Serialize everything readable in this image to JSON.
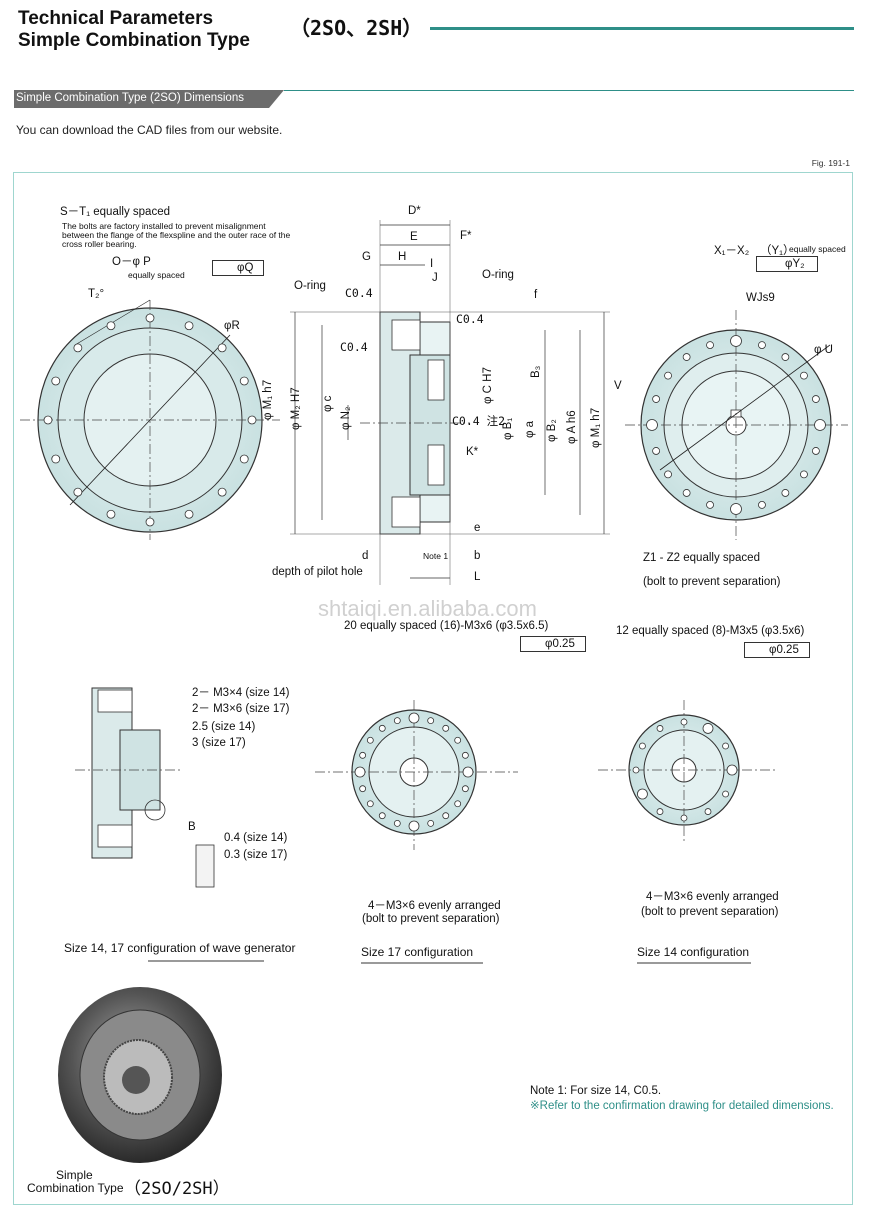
{
  "header": {
    "title_line1": "Technical Parameters",
    "title_line2": "Simple Combination Type",
    "title_code": "（2SO、2SH）",
    "accent_color": "#2e8f88"
  },
  "section": {
    "title": "Simple Combination Type (2SO) Dimensions",
    "bar_color": "#6c6c6c"
  },
  "download_note": "You can download the CAD files from our website.",
  "figure_label": "Fig. 191-1",
  "watermark": "shtaiqi.en.alibaba.com",
  "front_view": {
    "bolt_label": "S－T₁ equally spaced",
    "bolt_note": "The bolts are factory installed to prevent misalignment between the flange of the flexspline and the outer race of the cross roller bearing.",
    "op_label": "O－φ P",
    "op_sub": "equally spaced",
    "tolerance": "φQ",
    "angle_label": "T₂°",
    "r_label": "φR"
  },
  "section_view": {
    "dims": [
      "D*",
      "E",
      "F*",
      "G",
      "H",
      "I",
      "J",
      "C0.4",
      "C0.4",
      "C0.4",
      "C0.4 注2",
      "K*",
      "e",
      "f",
      "b",
      "L",
      "d",
      "Note 1"
    ],
    "vertical_dims": [
      "φ M₁ h7",
      "φ M₂ H7",
      "φ N₂",
      "φ c",
      "φ C H7",
      "B₃",
      "φ B₁",
      "φ a",
      "φ B₂",
      "φ A h6",
      "φ M₁ h7"
    ],
    "oring_left": "O-ring",
    "oring_right": "O-ring",
    "pilot_label": "depth of pilot hole"
  },
  "right_view": {
    "x_label": "X₁－X₂",
    "y_label": "（Y₁）",
    "y_sub": "equally spaced",
    "y_tol": "φY₂",
    "wjs": "WJs9",
    "u_label": "φ U",
    "v_label": "V",
    "z_label": "Z1 - Z2 equally spaced",
    "z_sub": "(bolt to prevent separation)"
  },
  "wave_gen": {
    "m1": "2－ M3×4 (size 14)",
    "m2": "2－ M3×6 (size 17)",
    "d1": "2.5 (size 14)",
    "d2": "3 (size 17)",
    "b": "B",
    "c1": "0.4 (size 14)",
    "c2": "0.3 (size 17)",
    "caption": "Size 14, 17 configuration of wave generator"
  },
  "size17": {
    "top": "20 equally spaced (16)-M3x6 (φ3.5x6.5)",
    "tol": "φ0.25",
    "bottom1": "4－M3×6 evenly arranged",
    "bottom2": "(bolt to prevent separation)",
    "caption": "Size 17 configuration"
  },
  "size14": {
    "top": "12 equally spaced (8)-M3x5 (φ3.5x6)",
    "tol": "φ0.25",
    "bottom1": "4－M3×6 evenly arranged",
    "bottom2": "(bolt to prevent separation)",
    "caption": "Size 14 configuration"
  },
  "product": {
    "label1": "Simple",
    "label2": "Combination Type",
    "code": "（2SO/2SH）"
  },
  "notes": {
    "note1": "Note 1: For size 14, C0.5.",
    "note2": "※Refer to the confirmation drawing for detailed dimensions."
  }
}
